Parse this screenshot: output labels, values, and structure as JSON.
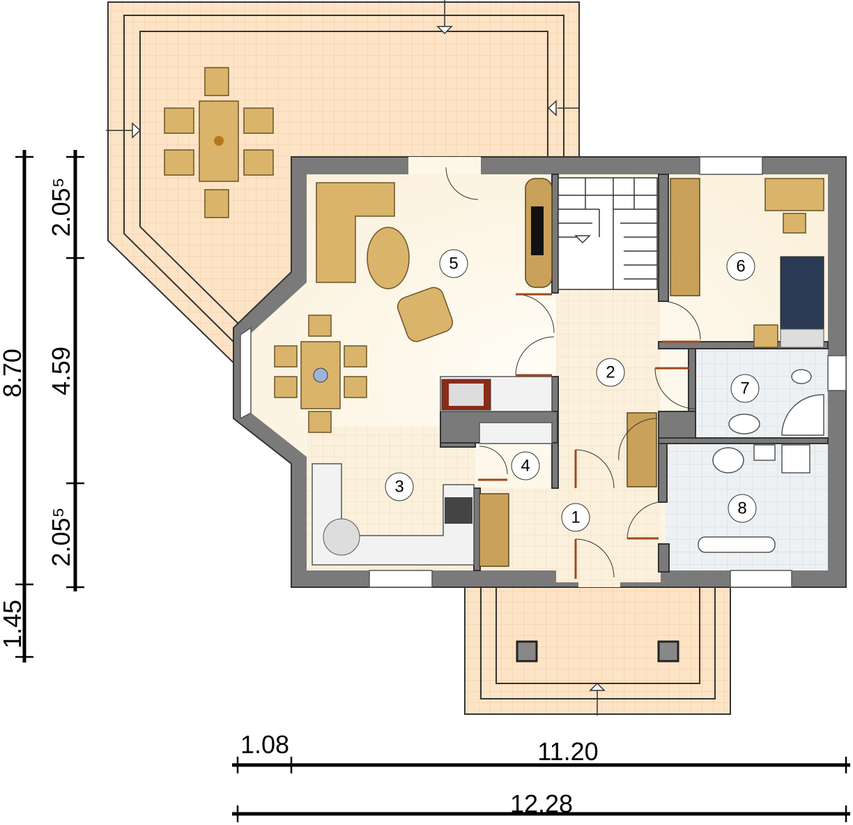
{
  "plan": {
    "rooms": [
      {
        "number": "1"
      },
      {
        "number": "2"
      },
      {
        "number": "3"
      },
      {
        "number": "4"
      },
      {
        "number": "5"
      },
      {
        "number": "6"
      },
      {
        "number": "7"
      },
      {
        "number": "8"
      }
    ],
    "dimensions": {
      "left_total": "8.70",
      "left_porch": "1.45",
      "left_top": "2.05⁵",
      "left_middle": "4.59",
      "left_bottom": "2.05⁵",
      "bottom_offset": "1.08",
      "bottom_width": "11.20",
      "bottom_total": "12.28"
    },
    "colors": {
      "terrace": "#fde4c6",
      "floor": "#fdf7e8",
      "wall": "#7a7a7a",
      "tile": "#eef1f4"
    }
  }
}
